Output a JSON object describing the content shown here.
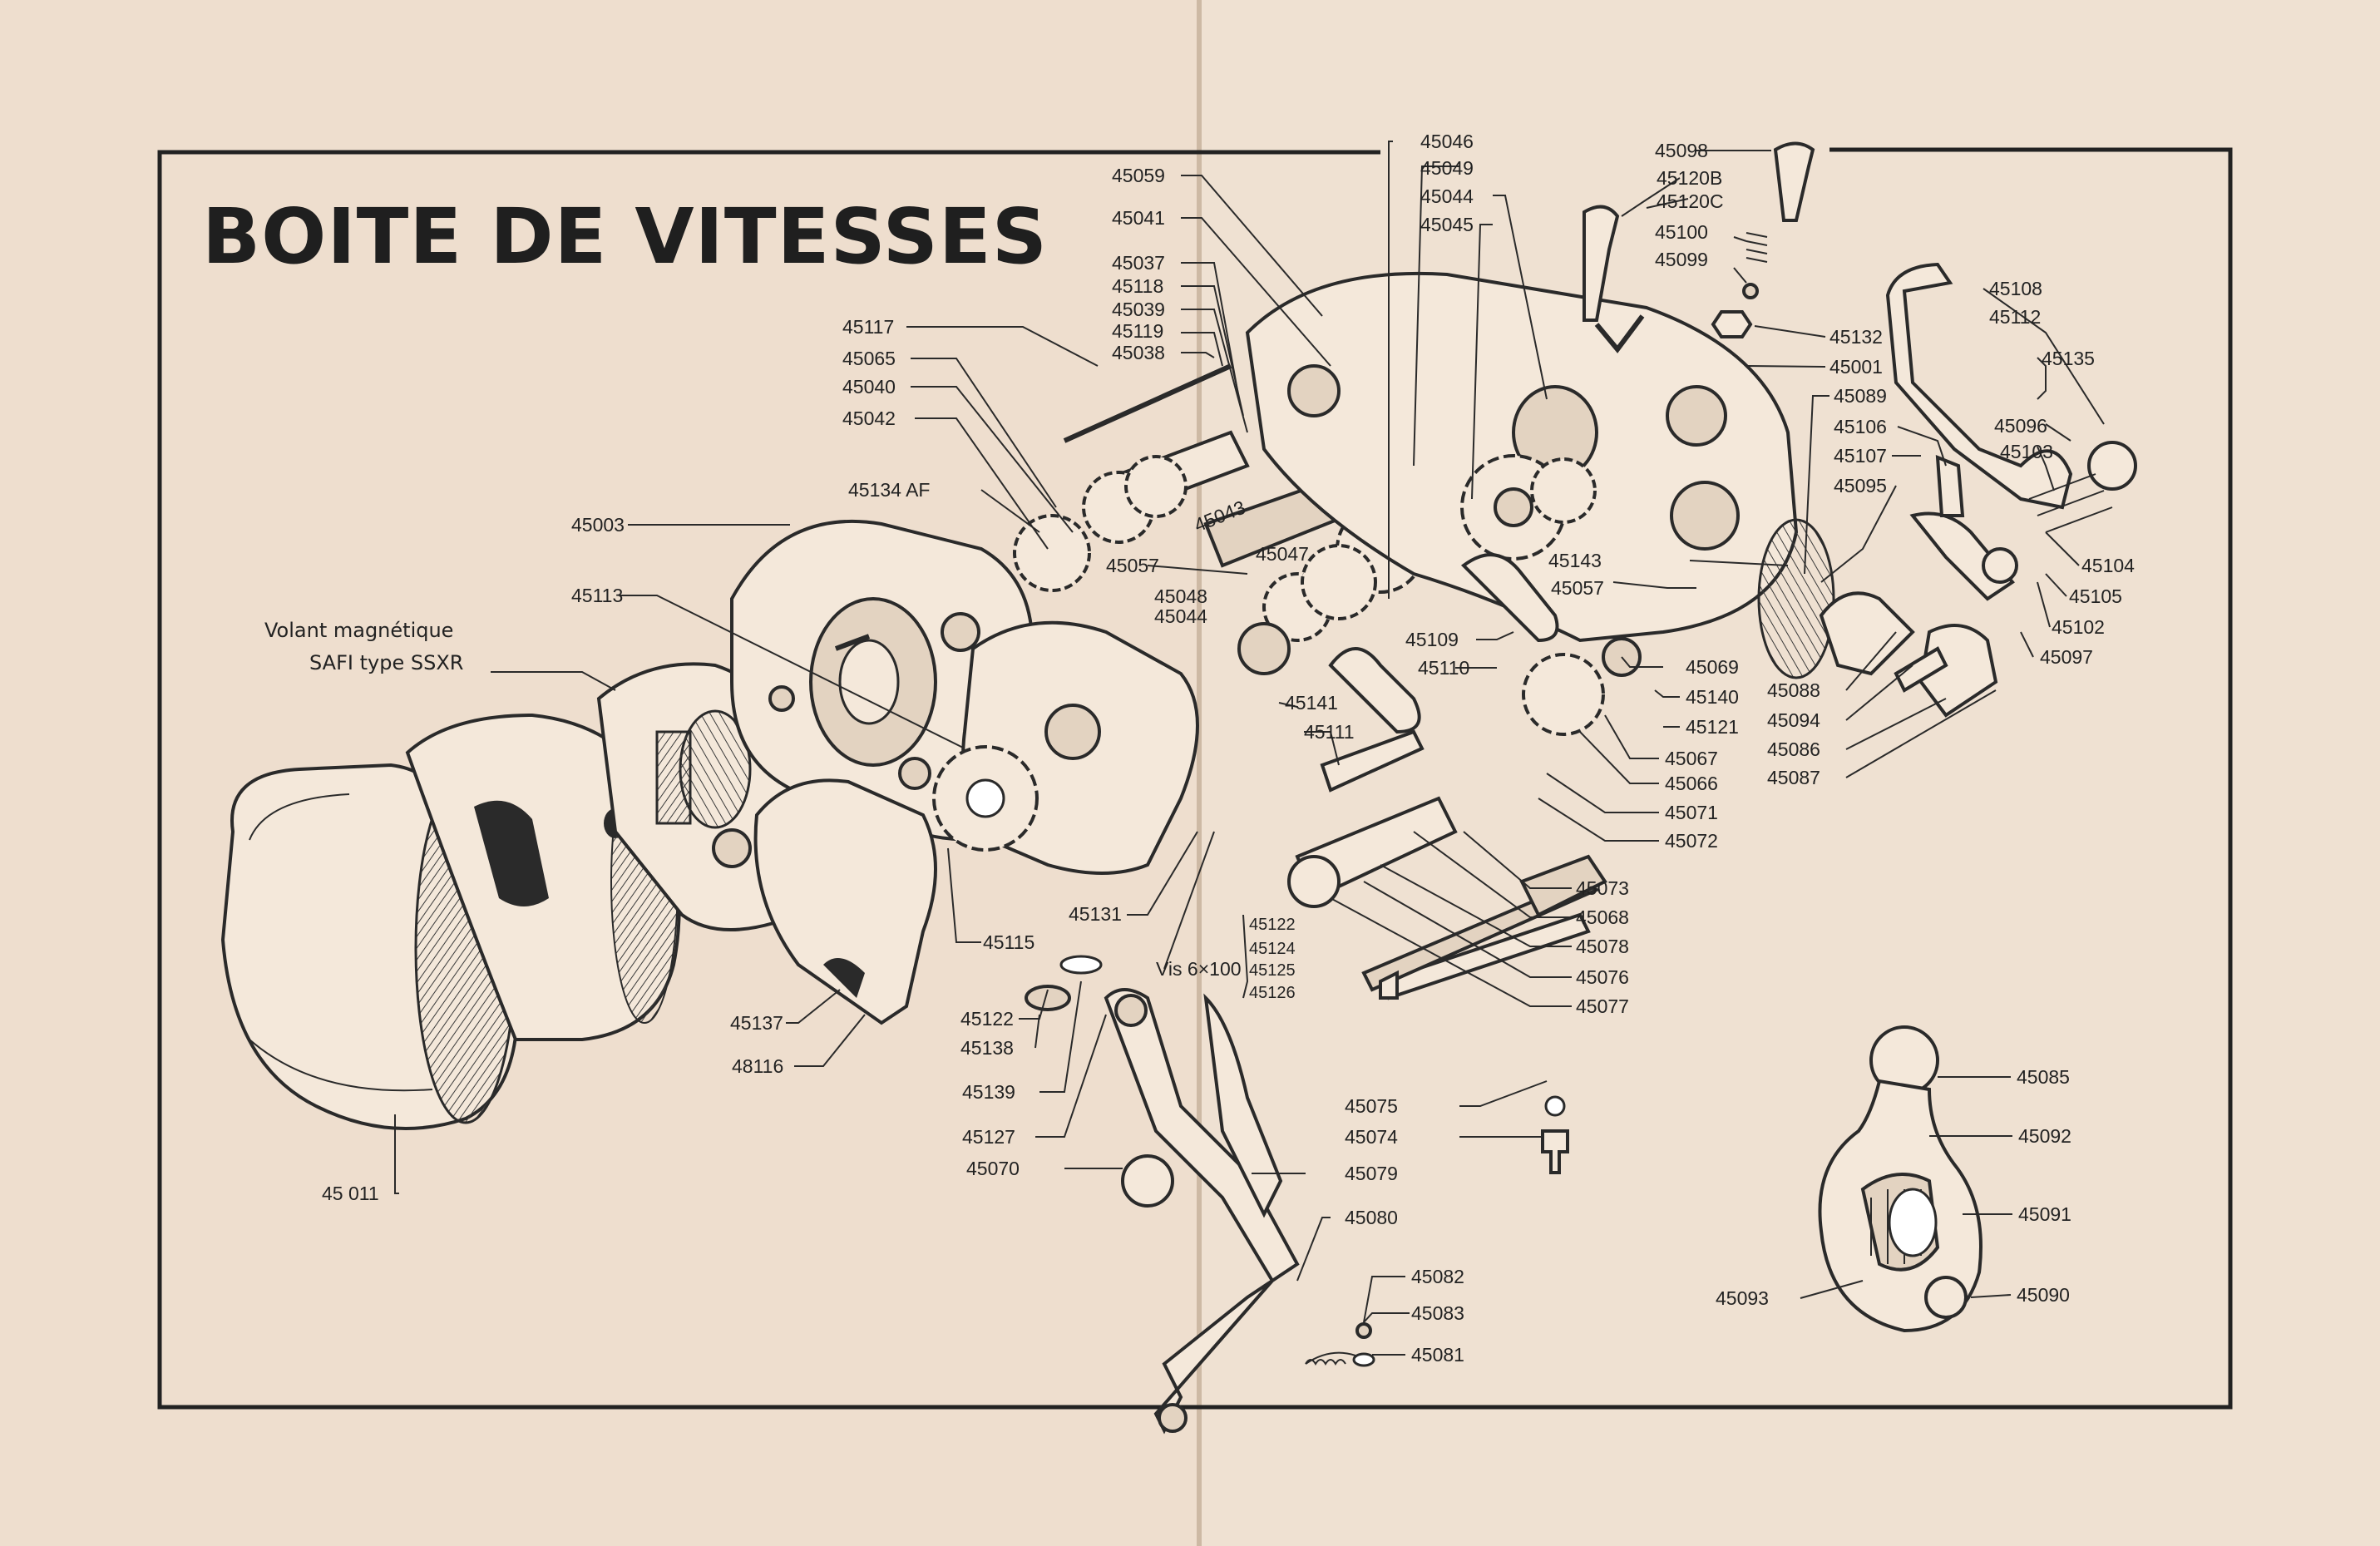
{
  "title": "BOITE DE VITESSES",
  "magneto_note": {
    "line1": "Volant magnétique",
    "line2": "SAFI type SSXR"
  },
  "labels": {
    "l45059": "45059",
    "l45041": "45041",
    "l45037": "45037",
    "l45118": "45118",
    "l45039": "45039",
    "l45119": "45119",
    "l45038": "45038",
    "l45117": "45117",
    "l45065": "45065",
    "l45040": "45040",
    "l45042": "45042",
    "l45134": "45134 AF",
    "l45003": "45003",
    "l45113": "45113",
    "l45043": "45043",
    "l45057a": "45057",
    "l45048": "45048",
    "l45044b": "45044",
    "l45047": "45047",
    "l45046": "45046",
    "l45049": "45049",
    "l45044": "45044",
    "l45045": "45045",
    "l45098": "45098",
    "l45120b": "45120B",
    "l45120c": "45120C",
    "l45100": "45100",
    "l45099": "45099",
    "l45132": "45132",
    "l45001": "45001",
    "l45089": "45089",
    "l45106": "45106",
    "l45107": "45107",
    "l45095": "45095",
    "l45143": "45143",
    "l45057b": "45057",
    "l45108": "45108",
    "l45112": "45112",
    "l45135": "45135",
    "l45096": "45096",
    "l45103": "45103",
    "l45104": "45104",
    "l45105": "45105",
    "l45102": "45102",
    "l45097": "45097",
    "l45088": "45088",
    "l45094": "45094",
    "l45086": "45086",
    "l45087": "45087",
    "l45109": "45109",
    "l45110": "45110",
    "l45141": "45141",
    "l45111": "45111",
    "l45069": "45069",
    "l45140": "45140",
    "l45121": "45121",
    "l45067": "45067",
    "l45066": "45066",
    "l45071": "45071",
    "l45072": "45072",
    "l45073": "45073",
    "l45068": "45068",
    "l45078": "45078",
    "l45076": "45076",
    "l45077": "45077",
    "l45122a": "45122",
    "l45124": "45124",
    "l45125": "45125",
    "l45126": "45126",
    "l45131": "45131",
    "lvis": "Vis 6×100",
    "l45115": "45115",
    "l45137": "45137",
    "l48116": "48116",
    "l45122b": "45122",
    "l45138": "45138",
    "l45139": "45139",
    "l45127": "45127",
    "l45070": "45070",
    "l45011": "45 011",
    "l45075": "45075",
    "l45074": "45074",
    "l45079": "45079",
    "l45080": "45080",
    "l45082": "45082",
    "l45083": "45083",
    "l45081": "45081",
    "l45085": "45085",
    "l45092": "45092",
    "l45091": "45091",
    "l45093": "45093",
    "l45090": "45090"
  },
  "colors": {
    "paper": "#efe1d2",
    "ink": "#2a2a2a"
  }
}
